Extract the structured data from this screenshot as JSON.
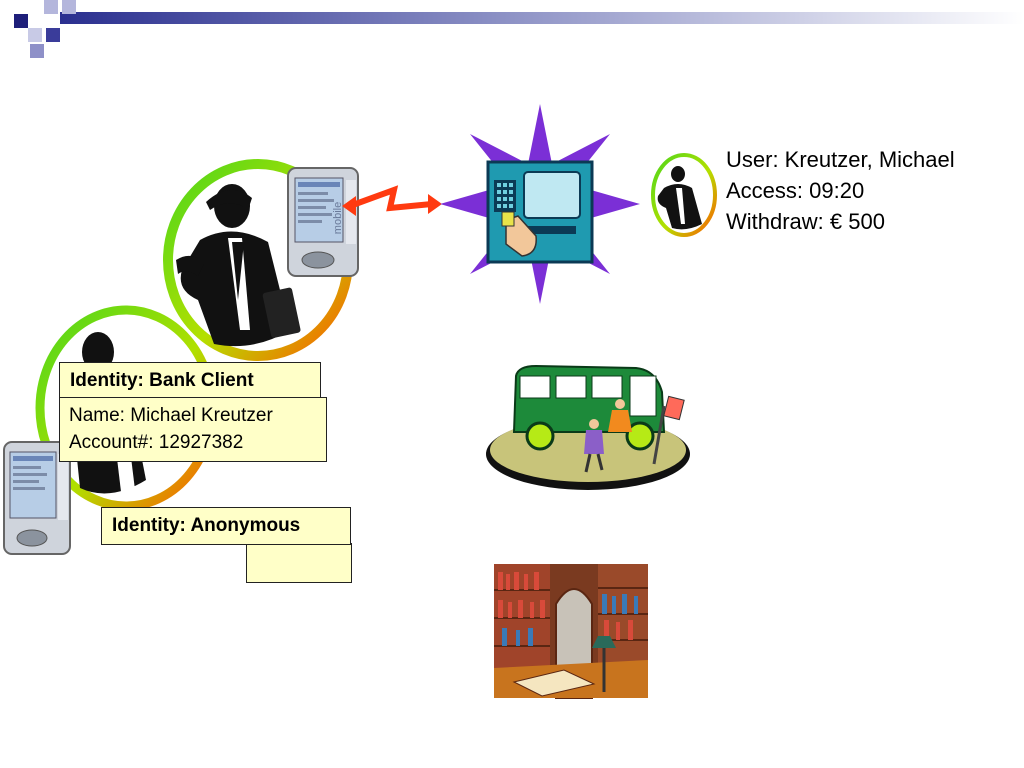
{
  "user_info": {
    "user": "User: Kreutzer, Michael",
    "access": "Access: 09:20",
    "withdraw": "Withdraw: € 500"
  },
  "identity_bank": {
    "title": "Identity: Bank Client",
    "name": "Name: Michael Kreutzer",
    "account": "Account#: 12927382"
  },
  "identity_anon": {
    "title": "Identity: Anonymous"
  },
  "device_label": "mobile",
  "colors": {
    "ring_green": "#4cd61c",
    "ring_orange": "#ff6a00",
    "card_fill": "#ffffc8",
    "burst": "#7b2fd6",
    "signal": "#ff3a10",
    "bus": "#1d8a3a"
  }
}
